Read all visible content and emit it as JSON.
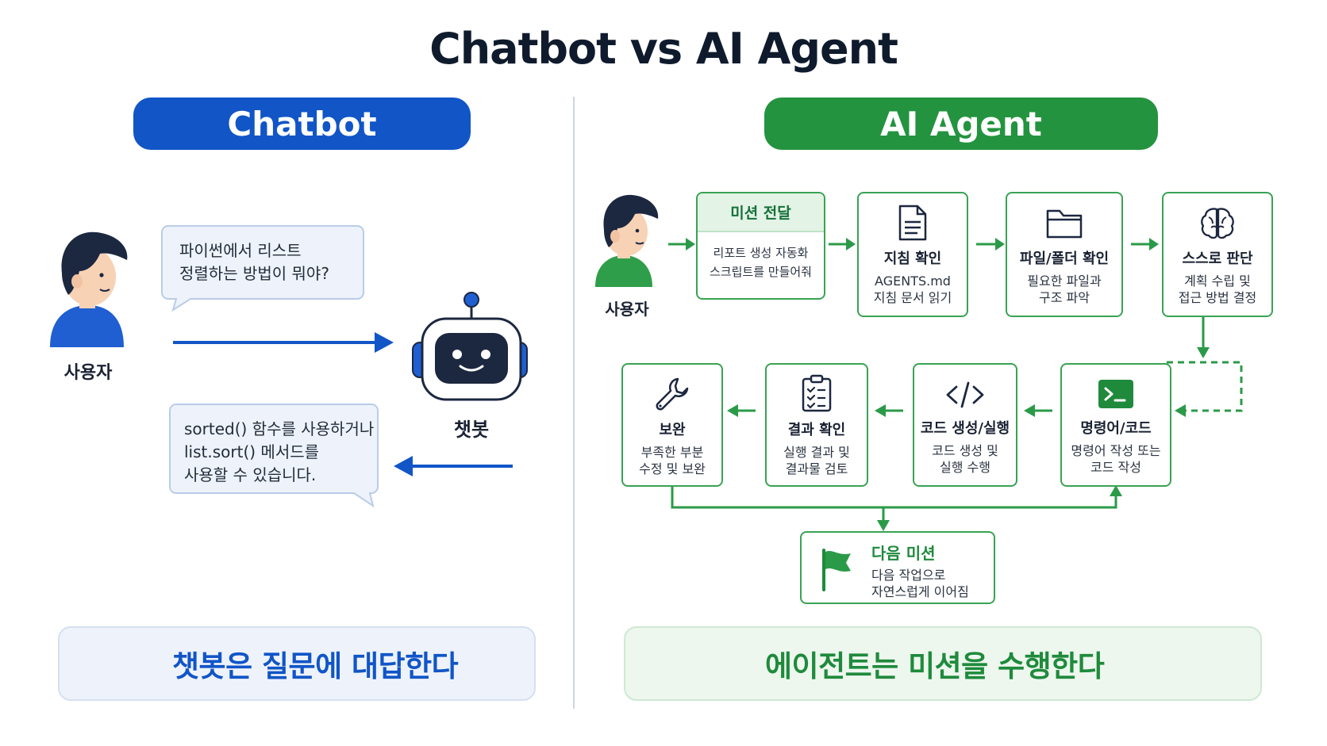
{
  "title": "Chatbot vs AI Agent",
  "chatbot": {
    "header": "Chatbot",
    "user_label": "사용자",
    "user_message_lines": [
      "파이썬에서 리스트",
      "정렬하는 방법이 뭐야?"
    ],
    "bot_label": "챗봇",
    "bot_reply_lines": [
      "sorted() 함수를 사용하거나",
      "list.sort() 메서드를",
      "사용할 수 있습니다."
    ],
    "summary": "챗봇은 질문에 대답한다"
  },
  "agent": {
    "header": "AI Agent",
    "user_label": "사용자",
    "mission": {
      "title": "미션 전달",
      "desc_lines": [
        "리포트 생성 자동화",
        "스크립트를 만들어줘"
      ]
    },
    "steps": [
      {
        "title": "지침 확인",
        "desc_lines": [
          "AGENTS.md",
          "지침 문서 읽기"
        ],
        "icon": "document-icon"
      },
      {
        "title": "파일/폴더 확인",
        "desc_lines": [
          "필요한 파일과",
          "구조 파악"
        ],
        "icon": "folder-icon"
      },
      {
        "title": "스스로 판단",
        "desc_lines": [
          "계획 수립 및",
          "접근 방법 결정"
        ],
        "icon": "brain-icon"
      },
      {
        "title": "명령어/코드",
        "desc_lines": [
          "명령어 작성 또는",
          "코드 작성"
        ],
        "icon": "terminal-icon"
      },
      {
        "title": "코드 생성/실행",
        "desc_lines": [
          "코드 생성 및",
          "실행 수행"
        ],
        "icon": "code-icon"
      },
      {
        "title": "결과 확인",
        "desc_lines": [
          "실행 결과 및",
          "결과물 검토"
        ],
        "icon": "checklist-icon"
      },
      {
        "title": "보완",
        "desc_lines": [
          "부족한 부분",
          "수정 및 보완"
        ],
        "icon": "wrench-icon"
      }
    ],
    "next_mission": {
      "title": "다음 미션",
      "desc_lines": [
        "다음 작업으로",
        "자연스럽게 이어짐"
      ],
      "icon": "flag-icon"
    },
    "summary": "에이전트는 미션을 수행한다"
  },
  "colors": {
    "chatbot_blue": "#1155c7",
    "agent_green": "#23933f",
    "bubble_fill": "#eef3fb",
    "mission_fill": "#e3f3e6",
    "divider": "#cfd5de"
  }
}
